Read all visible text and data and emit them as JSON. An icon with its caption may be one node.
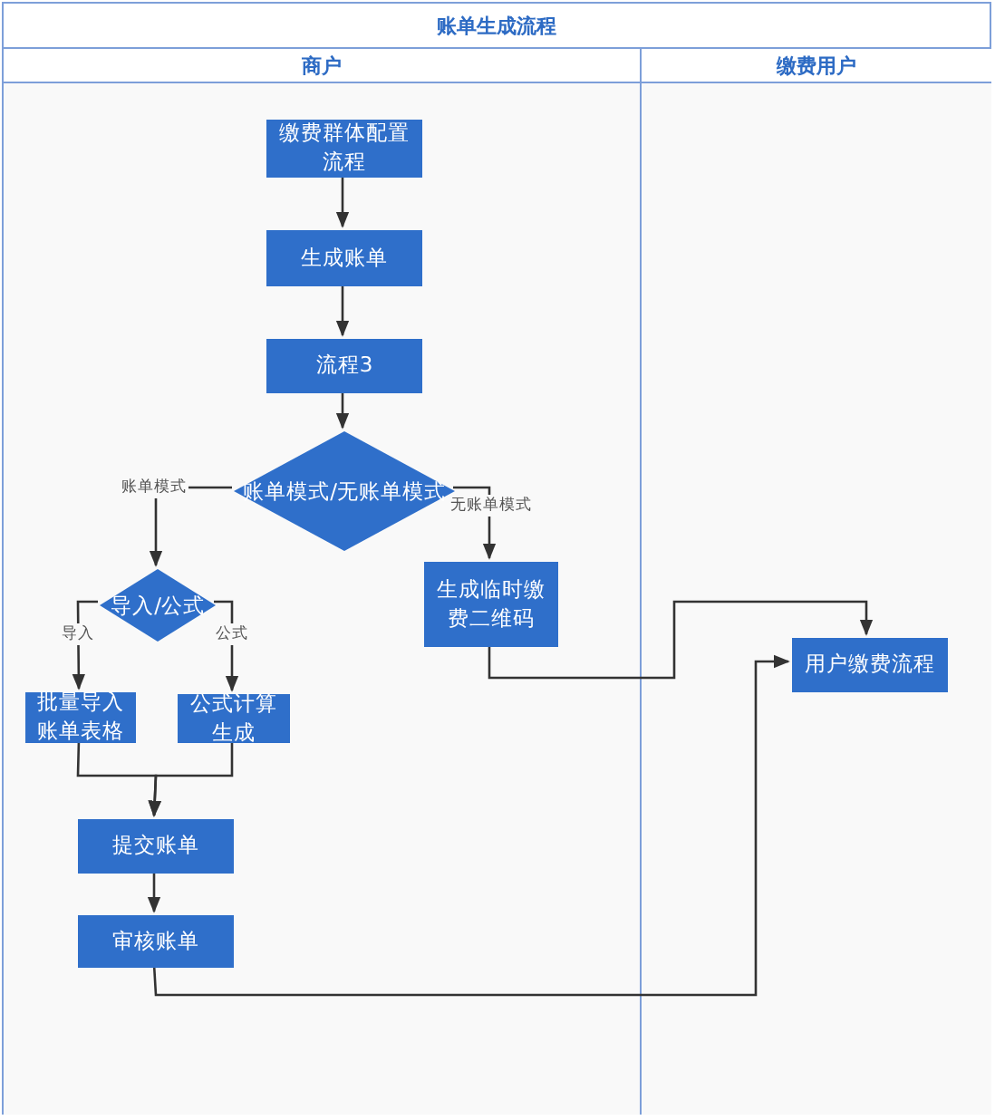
{
  "diagram": {
    "nodes": [
      {
        "text": [
          "账单生成流程"
        ]
      },
      {
        "text": [
          "商户"
        ],
        "in": 0
      },
      {
        "text": [
          "缴费用户"
        ],
        "in": 0
      },
      {
        "text": [
          "缴费群体配置流程"
        ],
        "in": 1
      },
      {
        "text": [
          "生成账单"
        ],
        "in": 1
      },
      {
        "text": [
          "流程3"
        ],
        "in": 1
      },
      {
        "text": [
          "账单模式/无账单模式"
        ],
        "in": 1
      },
      {
        "text": [
          "导入/公式"
        ],
        "in": 1
      },
      {
        "text": [
          "批量导入账单表格"
        ],
        "in": 1
      },
      {
        "text": [
          "公式计算生成"
        ],
        "in": 1
      },
      {
        "text": [
          "生成临时缴费二维码"
        ],
        "in": 1
      },
      {
        "text": [
          "提交账单"
        ],
        "in": 1
      },
      {
        "text": [
          "审核账单"
        ],
        "in": 1
      },
      {
        "text": [
          "用户缴费流程"
        ],
        "in": 2
      }
    ],
    "edges": [
      {
        "from": 3,
        "to": 4,
        "arrow": "to"
      },
      {
        "from": 4,
        "to": 5,
        "arrow": "to"
      },
      {
        "from": 5,
        "to": 6,
        "arrow": "to"
      },
      {
        "from": 6,
        "to": 7,
        "arrow": "to",
        "label": "账单模式"
      },
      {
        "from": 6,
        "to": 10,
        "arrow": "to",
        "label": "无账单模式"
      },
      {
        "from": 7,
        "to": 8,
        "arrow": "to",
        "label": "导入"
      },
      {
        "from": 7,
        "to": 9,
        "arrow": "to",
        "label": "公式"
      },
      {
        "from": 8,
        "to": 11,
        "arrow": "to"
      },
      {
        "from": 9,
        "to": 11,
        "arrow": "to"
      },
      {
        "from": 11,
        "to": 12,
        "arrow": "to"
      },
      {
        "from": 12,
        "to": 13,
        "arrow": "to"
      },
      {
        "from": 10,
        "to": 13,
        "arrow": "to"
      }
    ]
  }
}
